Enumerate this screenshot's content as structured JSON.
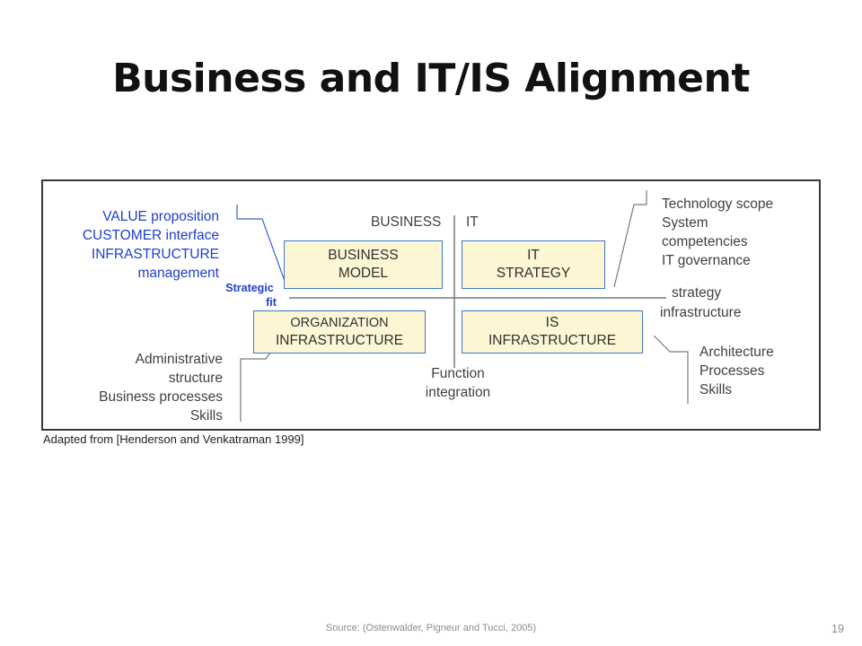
{
  "slide": {
    "title": "Business and IT/IS Alignment",
    "source": "Source: (Ostenwalder, Pigneur and  Tucci, 2005)",
    "page_number": "19"
  },
  "diagram": {
    "left_top_labels": [
      "VALUE proposition",
      "CUSTOMER interface",
      "INFRASTRUCTURE",
      "management"
    ],
    "axis_business": "BUSINESS",
    "axis_it": "IT",
    "box_business_model": [
      "BUSINESS",
      "MODEL"
    ],
    "box_it_strategy": [
      "IT",
      "STRATEGY"
    ],
    "box_organization": [
      "ORGANIZATION",
      "INFRASTRUCTURE"
    ],
    "box_is_infrastructure": [
      "IS",
      "INFRASTRUCTURE"
    ],
    "strategic_fit": [
      "Strategic",
      "fit"
    ],
    "right_top_labels": [
      "Technology scope",
      "System",
      "competencies",
      "IT governance"
    ],
    "strategy_infra": [
      "strategy",
      "infrastructure"
    ],
    "left_bottom_labels": [
      "Administrative",
      "structure",
      "Business processes",
      "Skills"
    ],
    "function_integration": [
      "Function",
      "integration"
    ],
    "right_bottom_labels": [
      "Architecture",
      "Processes",
      "Skills"
    ],
    "caption": "Adapted from [Henderson and Venkatraman 1999]"
  }
}
